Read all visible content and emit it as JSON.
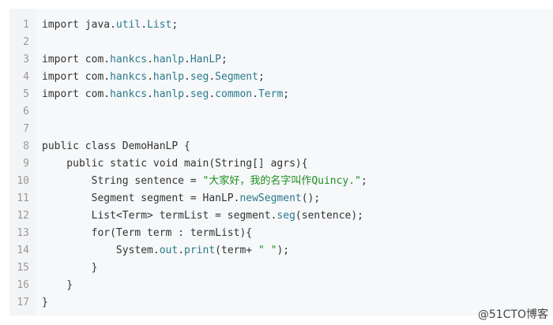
{
  "colors": {
    "background": "#f6f8fa",
    "gutter": "#f3f4f6",
    "line_number": "#999999",
    "text": "#333333",
    "identifier": "#2b7a8a",
    "string": "#1f8f1f"
  },
  "lines": [
    {
      "n": "1",
      "segs": [
        {
          "t": "import java."
        },
        {
          "t": "util",
          "c": "pkg"
        },
        {
          "t": "."
        },
        {
          "t": "List",
          "c": "pkg"
        },
        {
          "t": ";"
        }
      ]
    },
    {
      "n": "2",
      "segs": []
    },
    {
      "n": "3",
      "segs": [
        {
          "t": "import com."
        },
        {
          "t": "hankcs",
          "c": "pkg"
        },
        {
          "t": "."
        },
        {
          "t": "hanlp",
          "c": "pkg"
        },
        {
          "t": "."
        },
        {
          "t": "HanLP",
          "c": "pkg"
        },
        {
          "t": ";"
        }
      ]
    },
    {
      "n": "4",
      "segs": [
        {
          "t": "import com."
        },
        {
          "t": "hankcs",
          "c": "pkg"
        },
        {
          "t": "."
        },
        {
          "t": "hanlp",
          "c": "pkg"
        },
        {
          "t": "."
        },
        {
          "t": "seg",
          "c": "pkg"
        },
        {
          "t": "."
        },
        {
          "t": "Segment",
          "c": "pkg"
        },
        {
          "t": ";"
        }
      ]
    },
    {
      "n": "5",
      "segs": [
        {
          "t": "import com."
        },
        {
          "t": "hankcs",
          "c": "pkg"
        },
        {
          "t": "."
        },
        {
          "t": "hanlp",
          "c": "pkg"
        },
        {
          "t": "."
        },
        {
          "t": "seg",
          "c": "pkg"
        },
        {
          "t": "."
        },
        {
          "t": "common",
          "c": "pkg"
        },
        {
          "t": "."
        },
        {
          "t": "Term",
          "c": "pkg"
        },
        {
          "t": ";"
        }
      ]
    },
    {
      "n": "6",
      "segs": []
    },
    {
      "n": "7",
      "segs": []
    },
    {
      "n": "8",
      "segs": [
        {
          "t": "public class DemoHanLP {"
        }
      ]
    },
    {
      "n": "9",
      "segs": [
        {
          "t": "    public static void main(String[] agrs){"
        }
      ]
    },
    {
      "n": "10",
      "segs": [
        {
          "t": "        String sentence = "
        },
        {
          "t": "\"大家好，我的名字叫作Quincy.\"",
          "c": "str"
        },
        {
          "t": ";"
        }
      ]
    },
    {
      "n": "11",
      "segs": [
        {
          "t": "        Segment segment = HanLP."
        },
        {
          "t": "newSegment",
          "c": "mth"
        },
        {
          "t": "();"
        }
      ]
    },
    {
      "n": "12",
      "segs": [
        {
          "t": "        List<Term> termList = segment."
        },
        {
          "t": "seg",
          "c": "mth"
        },
        {
          "t": "(sentence);"
        }
      ]
    },
    {
      "n": "13",
      "segs": [
        {
          "t": "        for(Term term : termList){"
        }
      ]
    },
    {
      "n": "14",
      "segs": [
        {
          "t": "            System."
        },
        {
          "t": "out",
          "c": "mth"
        },
        {
          "t": "."
        },
        {
          "t": "print",
          "c": "mth"
        },
        {
          "t": "(term+ "
        },
        {
          "t": "\" \"",
          "c": "str"
        },
        {
          "t": ");"
        }
      ]
    },
    {
      "n": "15",
      "segs": [
        {
          "t": "        }"
        }
      ]
    },
    {
      "n": "16",
      "segs": [
        {
          "t": "    }"
        }
      ]
    },
    {
      "n": "17",
      "segs": [
        {
          "t": "}"
        }
      ]
    }
  ],
  "watermark": "@51CTO博客"
}
